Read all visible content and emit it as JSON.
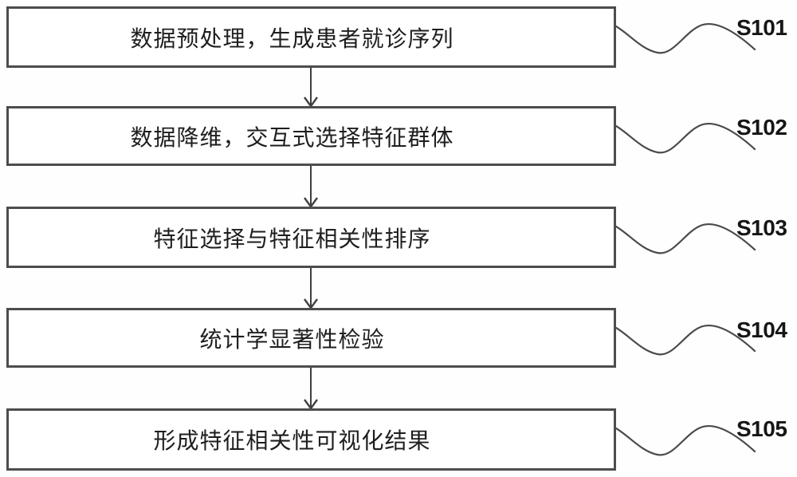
{
  "figure": {
    "type": "flowchart",
    "background_color": "#ffffff",
    "box_border_color": "#4d4d4d",
    "line_color": "#4a4a4a",
    "text_color": "#1e1e1e"
  },
  "steps": [
    {
      "label": "数据预处理，生成患者就诊序列",
      "step_id": "S101"
    },
    {
      "label": "数据降维，交互式选择特征群体",
      "step_id": "S102"
    },
    {
      "label": "特征选择与特征相关性排序",
      "step_id": "S103"
    },
    {
      "label": "统计学显著性检验",
      "step_id": "S104"
    },
    {
      "label": "形成特征相关性可视化结果",
      "step_id": "S105"
    }
  ]
}
